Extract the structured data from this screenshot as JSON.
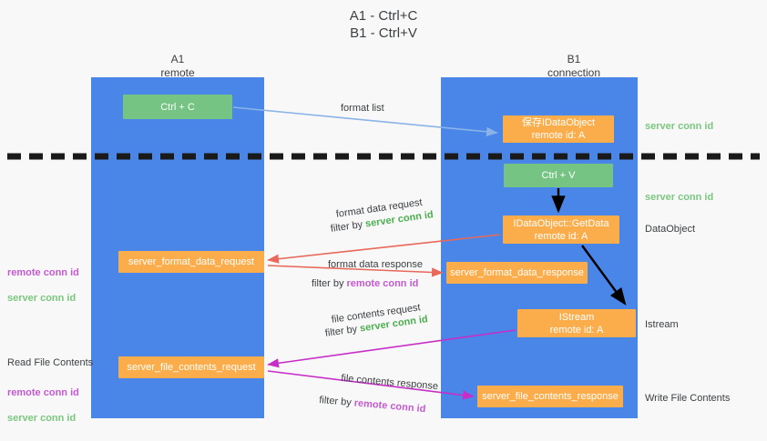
{
  "title": "A1 - Ctrl+C\nB1 - Ctrl+V",
  "columns": {
    "left": "A1\nremote",
    "right": "B1\nconnection"
  },
  "boxes": {
    "ctrl_c": "Ctrl + C",
    "idataobject": "保存IDataObject\nremote id: A",
    "ctrl_v": "Ctrl + V",
    "getdata": "IDataObject::GetData\nremote id: A",
    "format_data_request": "server_format_data_request",
    "format_data_response": "server_format_data_response",
    "istream": "IStream\nremote id: A",
    "file_contents_request": "server_file_contents_request",
    "file_contents_response": "server_file_contents_response"
  },
  "right_labels": {
    "server_conn_id_1": "server conn id",
    "server_conn_id_2": "server conn id",
    "dataobject": "DataObject",
    "istream": "Istream",
    "write_file_contents": "Write File Contents"
  },
  "left_labels": {
    "remote_conn_id_1": "remote conn id",
    "server_conn_id_1": "server conn id",
    "read_file_contents": "Read File Contents",
    "remote_conn_id_2": "remote conn id",
    "server_conn_id_2": "server conn id"
  },
  "arrow_labels": {
    "format_list": "format list",
    "format_data_request": "format data request",
    "format_data_request_filter_prefix": "filter by ",
    "format_data_request_filter_value": "server conn id",
    "format_data_response": "format data response",
    "format_data_response_filter_prefix": "filter by ",
    "format_data_response_filter_value": "remote conn id",
    "file_contents_request": "file contents request",
    "file_contents_request_filter_prefix": "filter by ",
    "file_contents_request_filter_value": "server conn id",
    "file_contents_response": "file contents response",
    "file_contents_response_filter_prefix": "filter by ",
    "file_contents_response_filter_value": "remote conn id"
  },
  "colors": {
    "lane": "#4a86e8",
    "green_box": "#76c484",
    "orange_box": "#fbad4b",
    "server_conn_id": "#7bc77f",
    "remote_conn_id": "#c45ad0",
    "red_arrow": "#e8685a",
    "magenta_arrow": "#c72ec7",
    "light_blue_arrow": "#8ab4e8",
    "black_arrow": "#000000",
    "background": "#f8f8f8"
  }
}
